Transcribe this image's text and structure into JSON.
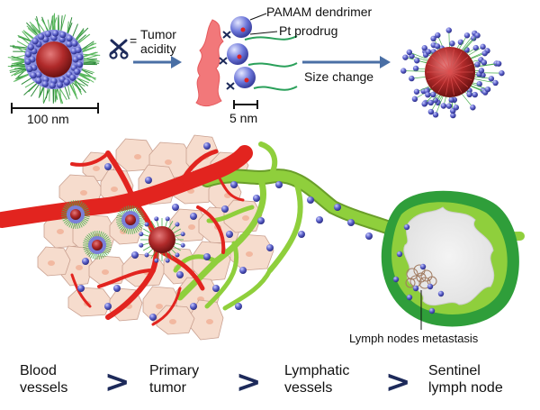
{
  "labels": {
    "scale_100": "100 nm",
    "scissor_equals": "=",
    "tumor_acidity": "Tumor\nacidity",
    "pamam": "PAMAM dendrimer",
    "pt_prodrug": "Pt prodrug",
    "scale_5": "5 nm",
    "size_change": "Size change",
    "lymph_meta": "Lymph nodes metastasis"
  },
  "flow": [
    {
      "line1": "Blood",
      "line2": "vessels"
    },
    {
      "line1": "Primary",
      "line2": "tumor"
    },
    {
      "line1": "Lymphatic",
      "line2": "vessels"
    },
    {
      "line1": "Sentinel",
      "line2": "lymph node"
    }
  ],
  "separator": ">",
  "colors": {
    "vessel_red": "#e2241f",
    "lymph_green": "#8fcf3c",
    "node_dark_green": "#2f9e3a",
    "cell_fill": "#f6dccd",
    "dendrimer_blue": "#5a5fc8",
    "core_red": "#b02a2a",
    "peg_green": "#4caf50",
    "tumor_pink": "#f2787a",
    "arrow_blue": "#4a6fa5",
    "chevron_navy": "#1d2a5a"
  }
}
